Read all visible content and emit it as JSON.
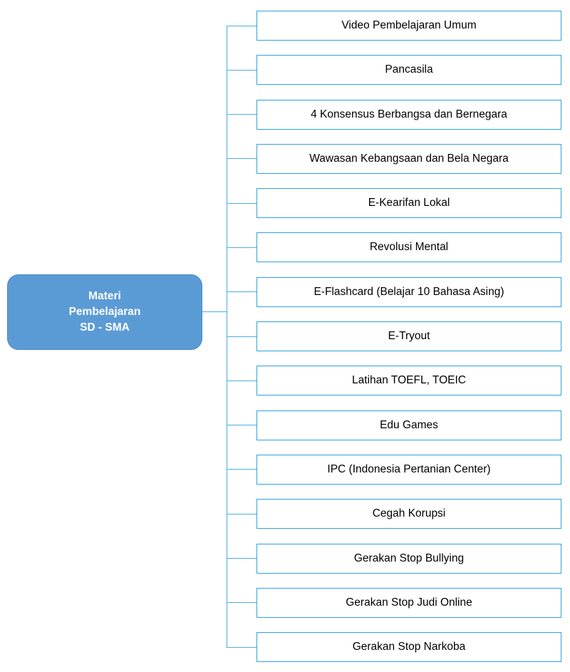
{
  "diagram": {
    "root": {
      "lines": [
        "Materi",
        "Pembelajaran",
        "SD - SMA"
      ]
    },
    "items": [
      "Video Pembelajaran Umum",
      "Pancasila",
      "4 Konsensus Berbangsa dan Bernegara",
      "Wawasan Kebangsaan dan Bela Negara",
      "E-Kearifan Lokal",
      "Revolusi Mental",
      "E-Flashcard (Belajar 10 Bahasa Asing)",
      "E-Tryout",
      "Latihan TOEFL, TOEIC",
      "Edu Games",
      "IPC (Indonesia Pertanian Center)",
      "Cegah Korupsi",
      "Gerakan Stop Bullying",
      "Gerakan Stop Judi Online",
      "Gerakan Stop Narkoba"
    ]
  },
  "colors": {
    "accent": "#2FA3DB",
    "root_fill": "#5B9BD5",
    "root_border": "#4A89C8",
    "connector": "#4FAEDD",
    "text": "#000000",
    "root_text": "#FFFFFF"
  }
}
